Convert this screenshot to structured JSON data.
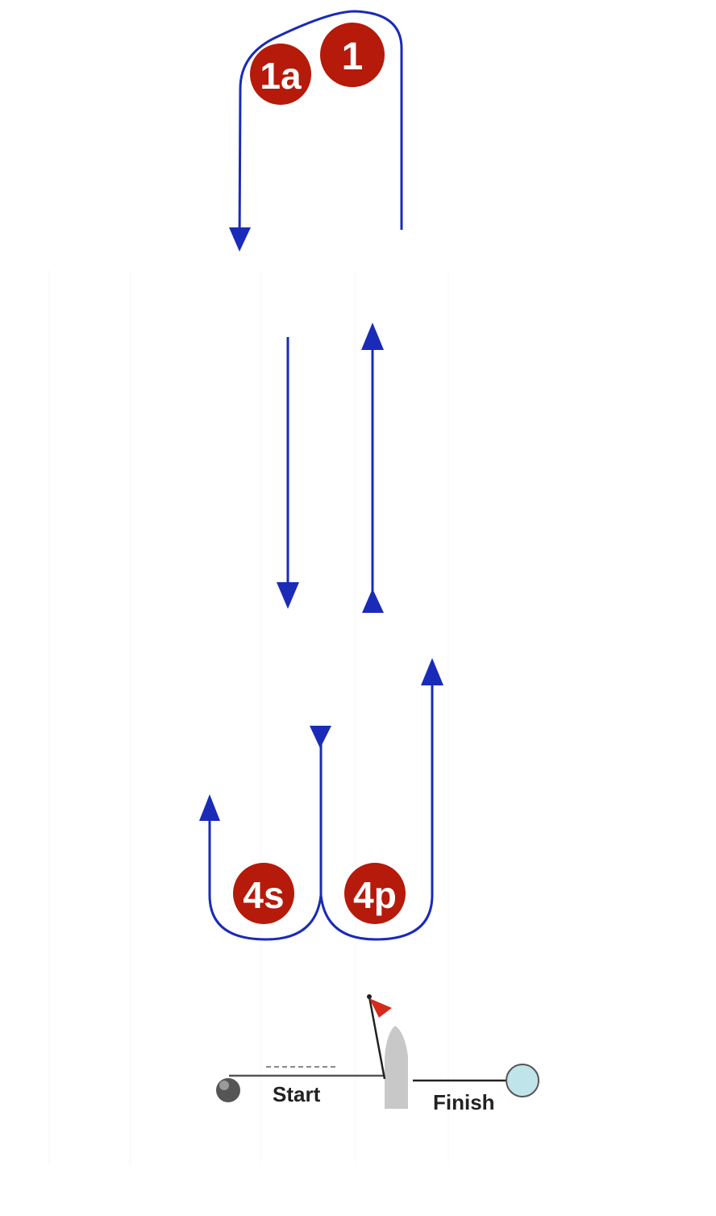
{
  "colors": {
    "route": "#1a2bb8",
    "mark_fill": "#b51a0a",
    "mark_text": "#ffffff",
    "flag": "#d42a1c",
    "committee_boat": "#c8c8c8",
    "finish_buoy": "#bfe4ea",
    "pin_buoy": "#555555",
    "line": "#333333"
  },
  "marks": {
    "m1a": "1a",
    "m1": "1",
    "m4s": "4s",
    "m4p": "4p"
  },
  "line_labels": {
    "start": "Start",
    "finish": "Finish"
  },
  "icons": {
    "committee_boat": "committee-boat-icon",
    "flag": "flag-icon",
    "pin_buoy": "pin-buoy-icon",
    "finish_buoy": "finish-buoy-icon"
  }
}
